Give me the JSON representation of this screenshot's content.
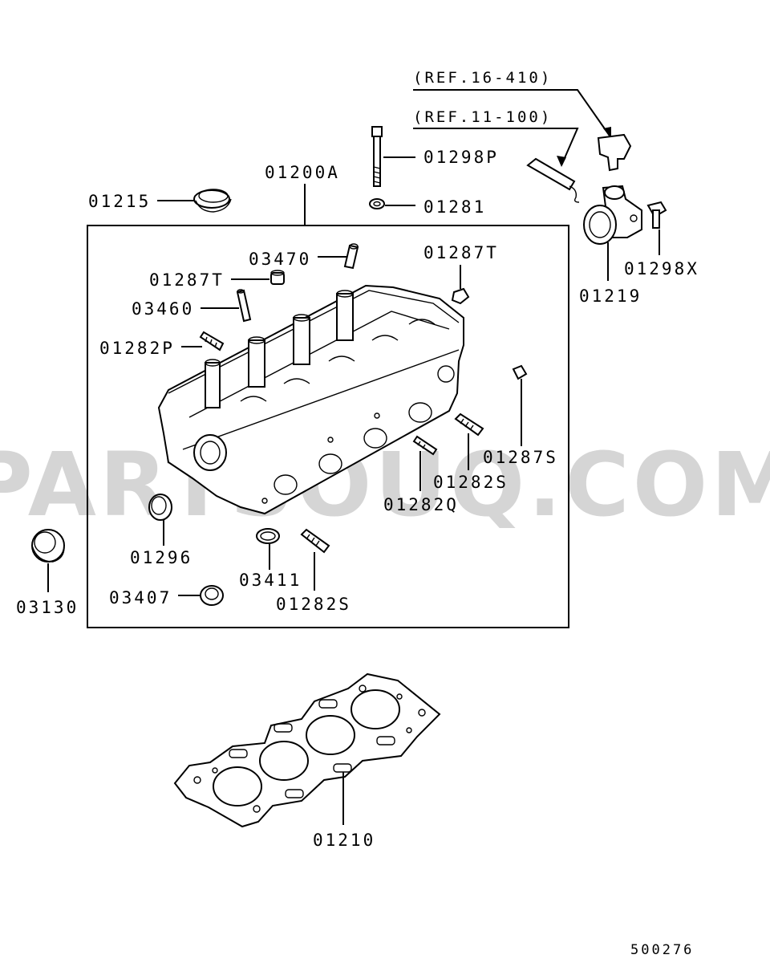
{
  "watermark": "PARTSOUQ.COM",
  "diagram_id": "500276",
  "references": {
    "ref_16_410": "(REF.16-410)",
    "ref_11_100": "(REF.11-100)"
  },
  "labels": {
    "p01200A": "01200A",
    "p01215": "01215",
    "p01298P": "01298P",
    "p01281": "01281",
    "p01219": "01219",
    "p01298X": "01298X",
    "p03470": "03470",
    "p01287T_a": "01287T",
    "p01287T_b": "01287T",
    "p03460": "03460",
    "p01282P": "01282P",
    "p01287S": "01287S",
    "p01282S_a": "01282S",
    "p01282Q": "01282Q",
    "p01296": "01296",
    "p03130": "03130",
    "p03411": "03411",
    "p03407": "03407",
    "p01282S_b": "01282S",
    "p01210": "01210"
  }
}
